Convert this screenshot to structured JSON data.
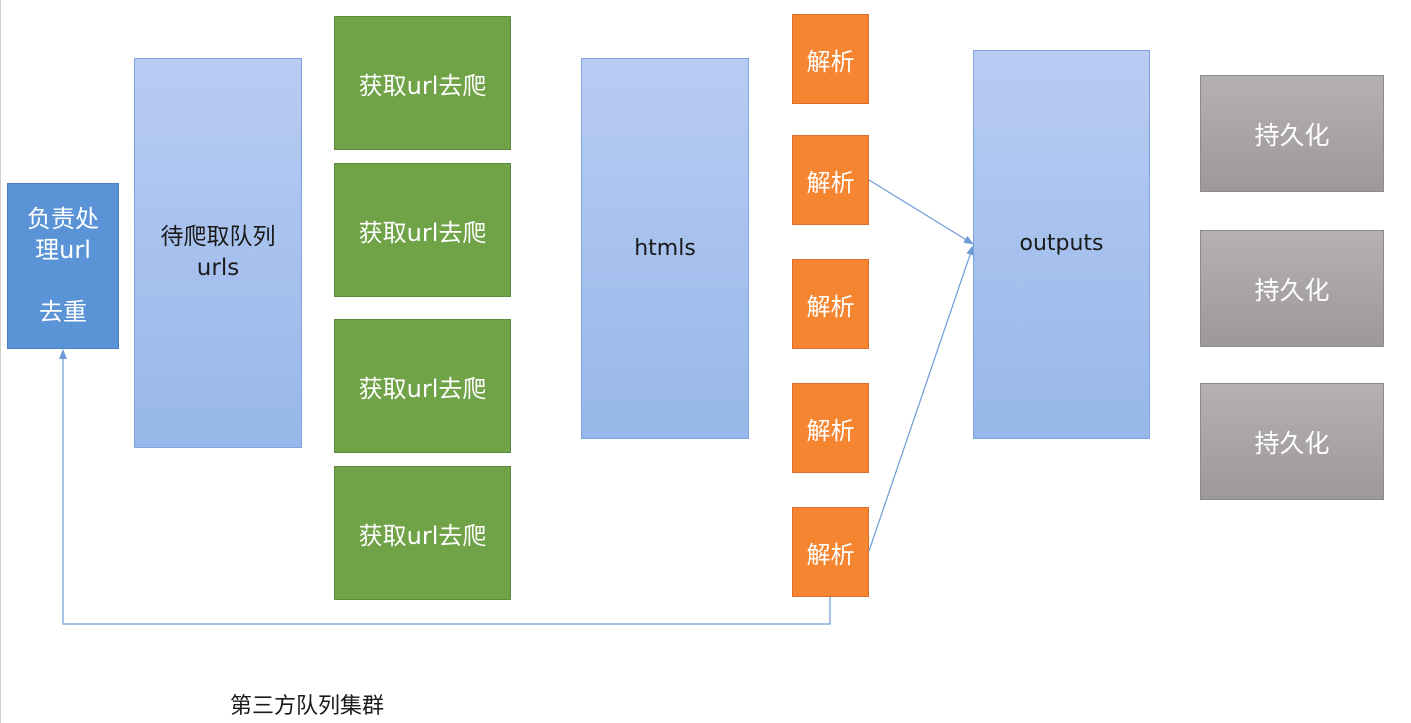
{
  "dedup_box": {
    "label": "负责处\n理url\n\n去重"
  },
  "queue_box": {
    "label": "待爬取队列\nurls"
  },
  "fetch_boxes": [
    {
      "label": "获取url去爬"
    },
    {
      "label": "获取url去爬"
    },
    {
      "label": "获取url去爬"
    },
    {
      "label": "获取url去爬"
    }
  ],
  "htmls_box": {
    "label": "htmls"
  },
  "parse_boxes": [
    {
      "label": "解析"
    },
    {
      "label": "解析"
    },
    {
      "label": "解析"
    },
    {
      "label": "解析"
    },
    {
      "label": "解析"
    }
  ],
  "outputs_box": {
    "label": "outputs"
  },
  "persist_boxes": [
    {
      "label": "持久化"
    },
    {
      "label": "持久化"
    },
    {
      "label": "持久化"
    }
  ],
  "caption": {
    "text": "第三方队列集群"
  },
  "colors": {
    "dedup": "#5b93d7",
    "queue_blue": "#a9c2ee",
    "fetch_green": "#70a247",
    "parse_orange": "#f58530",
    "persist_gray": "#a8a4a8",
    "arrow": "#6f9bd8"
  }
}
